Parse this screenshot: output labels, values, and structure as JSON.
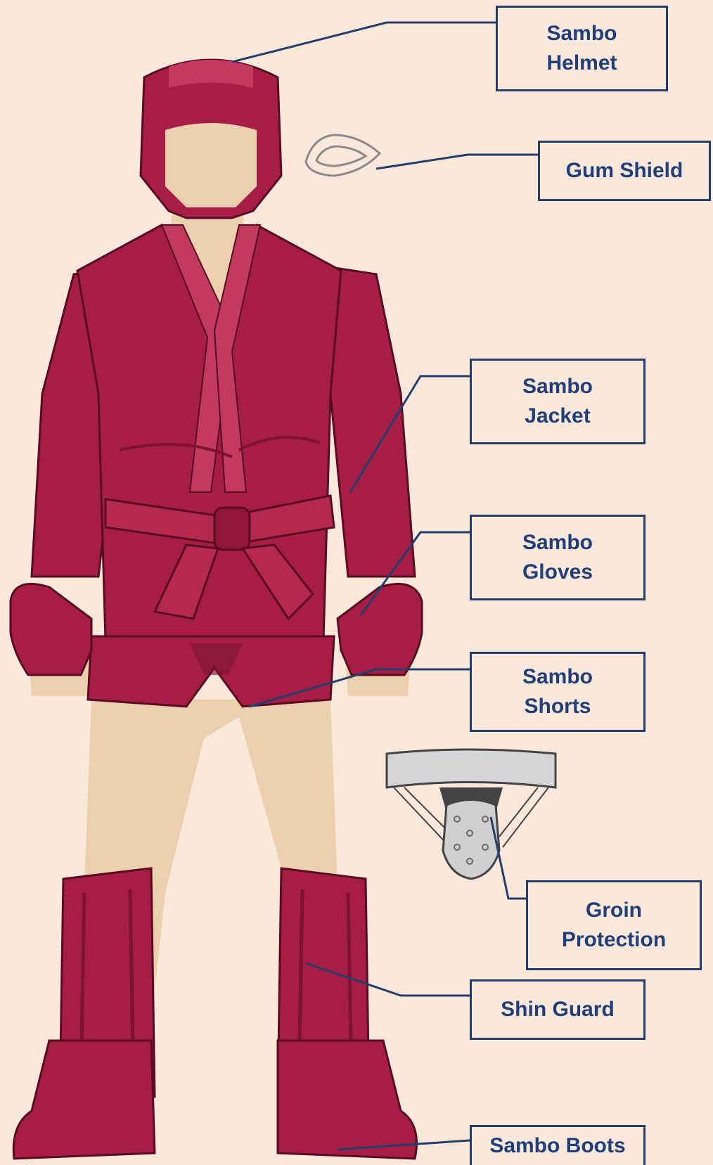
{
  "colors": {
    "background": "#fbe8da",
    "suit": "#a61e45",
    "suit_shadow": "#7d1232",
    "suit_highlight": "#c23a5f",
    "skin": "#ecd0ae",
    "leader_line": "#243e6b",
    "label_text": "#1f3e7a"
  },
  "labels": [
    {
      "id": "helmet",
      "lines": [
        "Sambo",
        "Helmet"
      ]
    },
    {
      "id": "gum-shield",
      "lines": [
        "Gum Shield"
      ]
    },
    {
      "id": "jacket",
      "lines": [
        "Sambo",
        "Jacket"
      ]
    },
    {
      "id": "gloves",
      "lines": [
        "Sambo",
        "Gloves"
      ]
    },
    {
      "id": "shorts",
      "lines": [
        "Sambo",
        "Shorts"
      ]
    },
    {
      "id": "groin",
      "lines": [
        "Groin",
        "Protection"
      ]
    },
    {
      "id": "shin-guard",
      "lines": [
        "Shin Guard"
      ]
    },
    {
      "id": "boots",
      "lines": [
        "Sambo Boots"
      ]
    }
  ]
}
